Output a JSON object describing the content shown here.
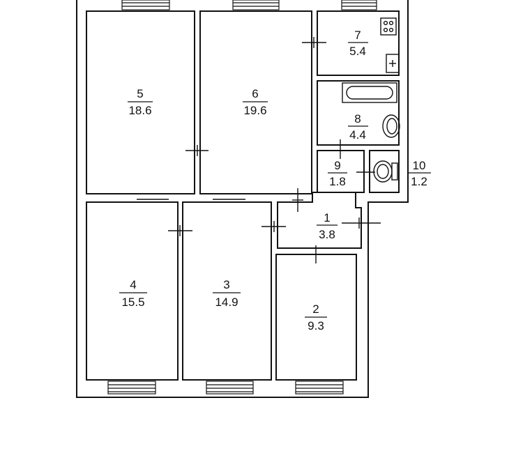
{
  "rooms": [
    {
      "num": "5",
      "area": "18.6"
    },
    {
      "num": "6",
      "area": "19.6"
    },
    {
      "num": "7",
      "area": "5.4"
    },
    {
      "num": "8",
      "area": "4.4"
    },
    {
      "num": "9",
      "area": "1.8"
    },
    {
      "num": "10",
      "area": "1.2"
    },
    {
      "num": "1",
      "area": "3.8"
    },
    {
      "num": "4",
      "area": "15.5"
    },
    {
      "num": "3",
      "area": "14.9"
    },
    {
      "num": "2",
      "area": "9.3"
    }
  ]
}
